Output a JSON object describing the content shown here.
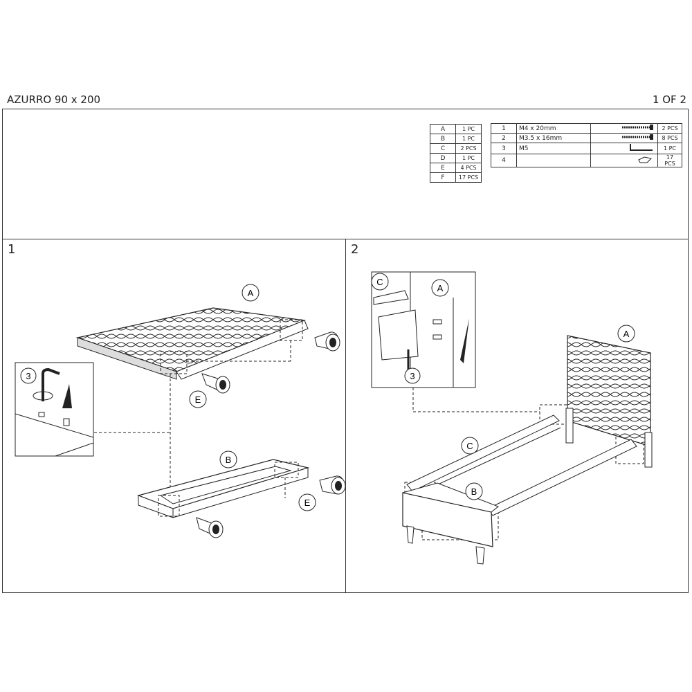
{
  "header": {
    "title": "AZURRO 90 x 200",
    "page": "1 OF 2"
  },
  "parts": [
    {
      "letter": "A",
      "qty": "1 PC"
    },
    {
      "letter": "B",
      "qty": "1 PC"
    },
    {
      "letter": "C",
      "qty": "2 PCS"
    },
    {
      "letter": "D",
      "qty": "1 PC"
    },
    {
      "letter": "E",
      "qty": "4 PCS"
    },
    {
      "letter": "F",
      "qty": "17 PCS"
    }
  ],
  "hardware": [
    {
      "num": "1",
      "desc": "M4 x 20mm",
      "icon": "screw-icon",
      "qty": "2 PCS"
    },
    {
      "num": "2",
      "desc": "M3.5 x 16mm",
      "icon": "screw-icon",
      "qty": "8 PCS"
    },
    {
      "num": "3",
      "desc": "M5",
      "icon": "allen-key-icon",
      "qty": "1 PC"
    },
    {
      "num": "4",
      "desc": "",
      "icon": "slat-holder-icon",
      "qty": "17 PCS"
    }
  ],
  "steps": [
    {
      "number": "1"
    },
    {
      "number": "2"
    }
  ],
  "callouts": {
    "step1": [
      "A",
      "E",
      "3",
      "B",
      "E"
    ],
    "step2": [
      "C",
      "A",
      "3",
      "A",
      "C",
      "B"
    ]
  }
}
